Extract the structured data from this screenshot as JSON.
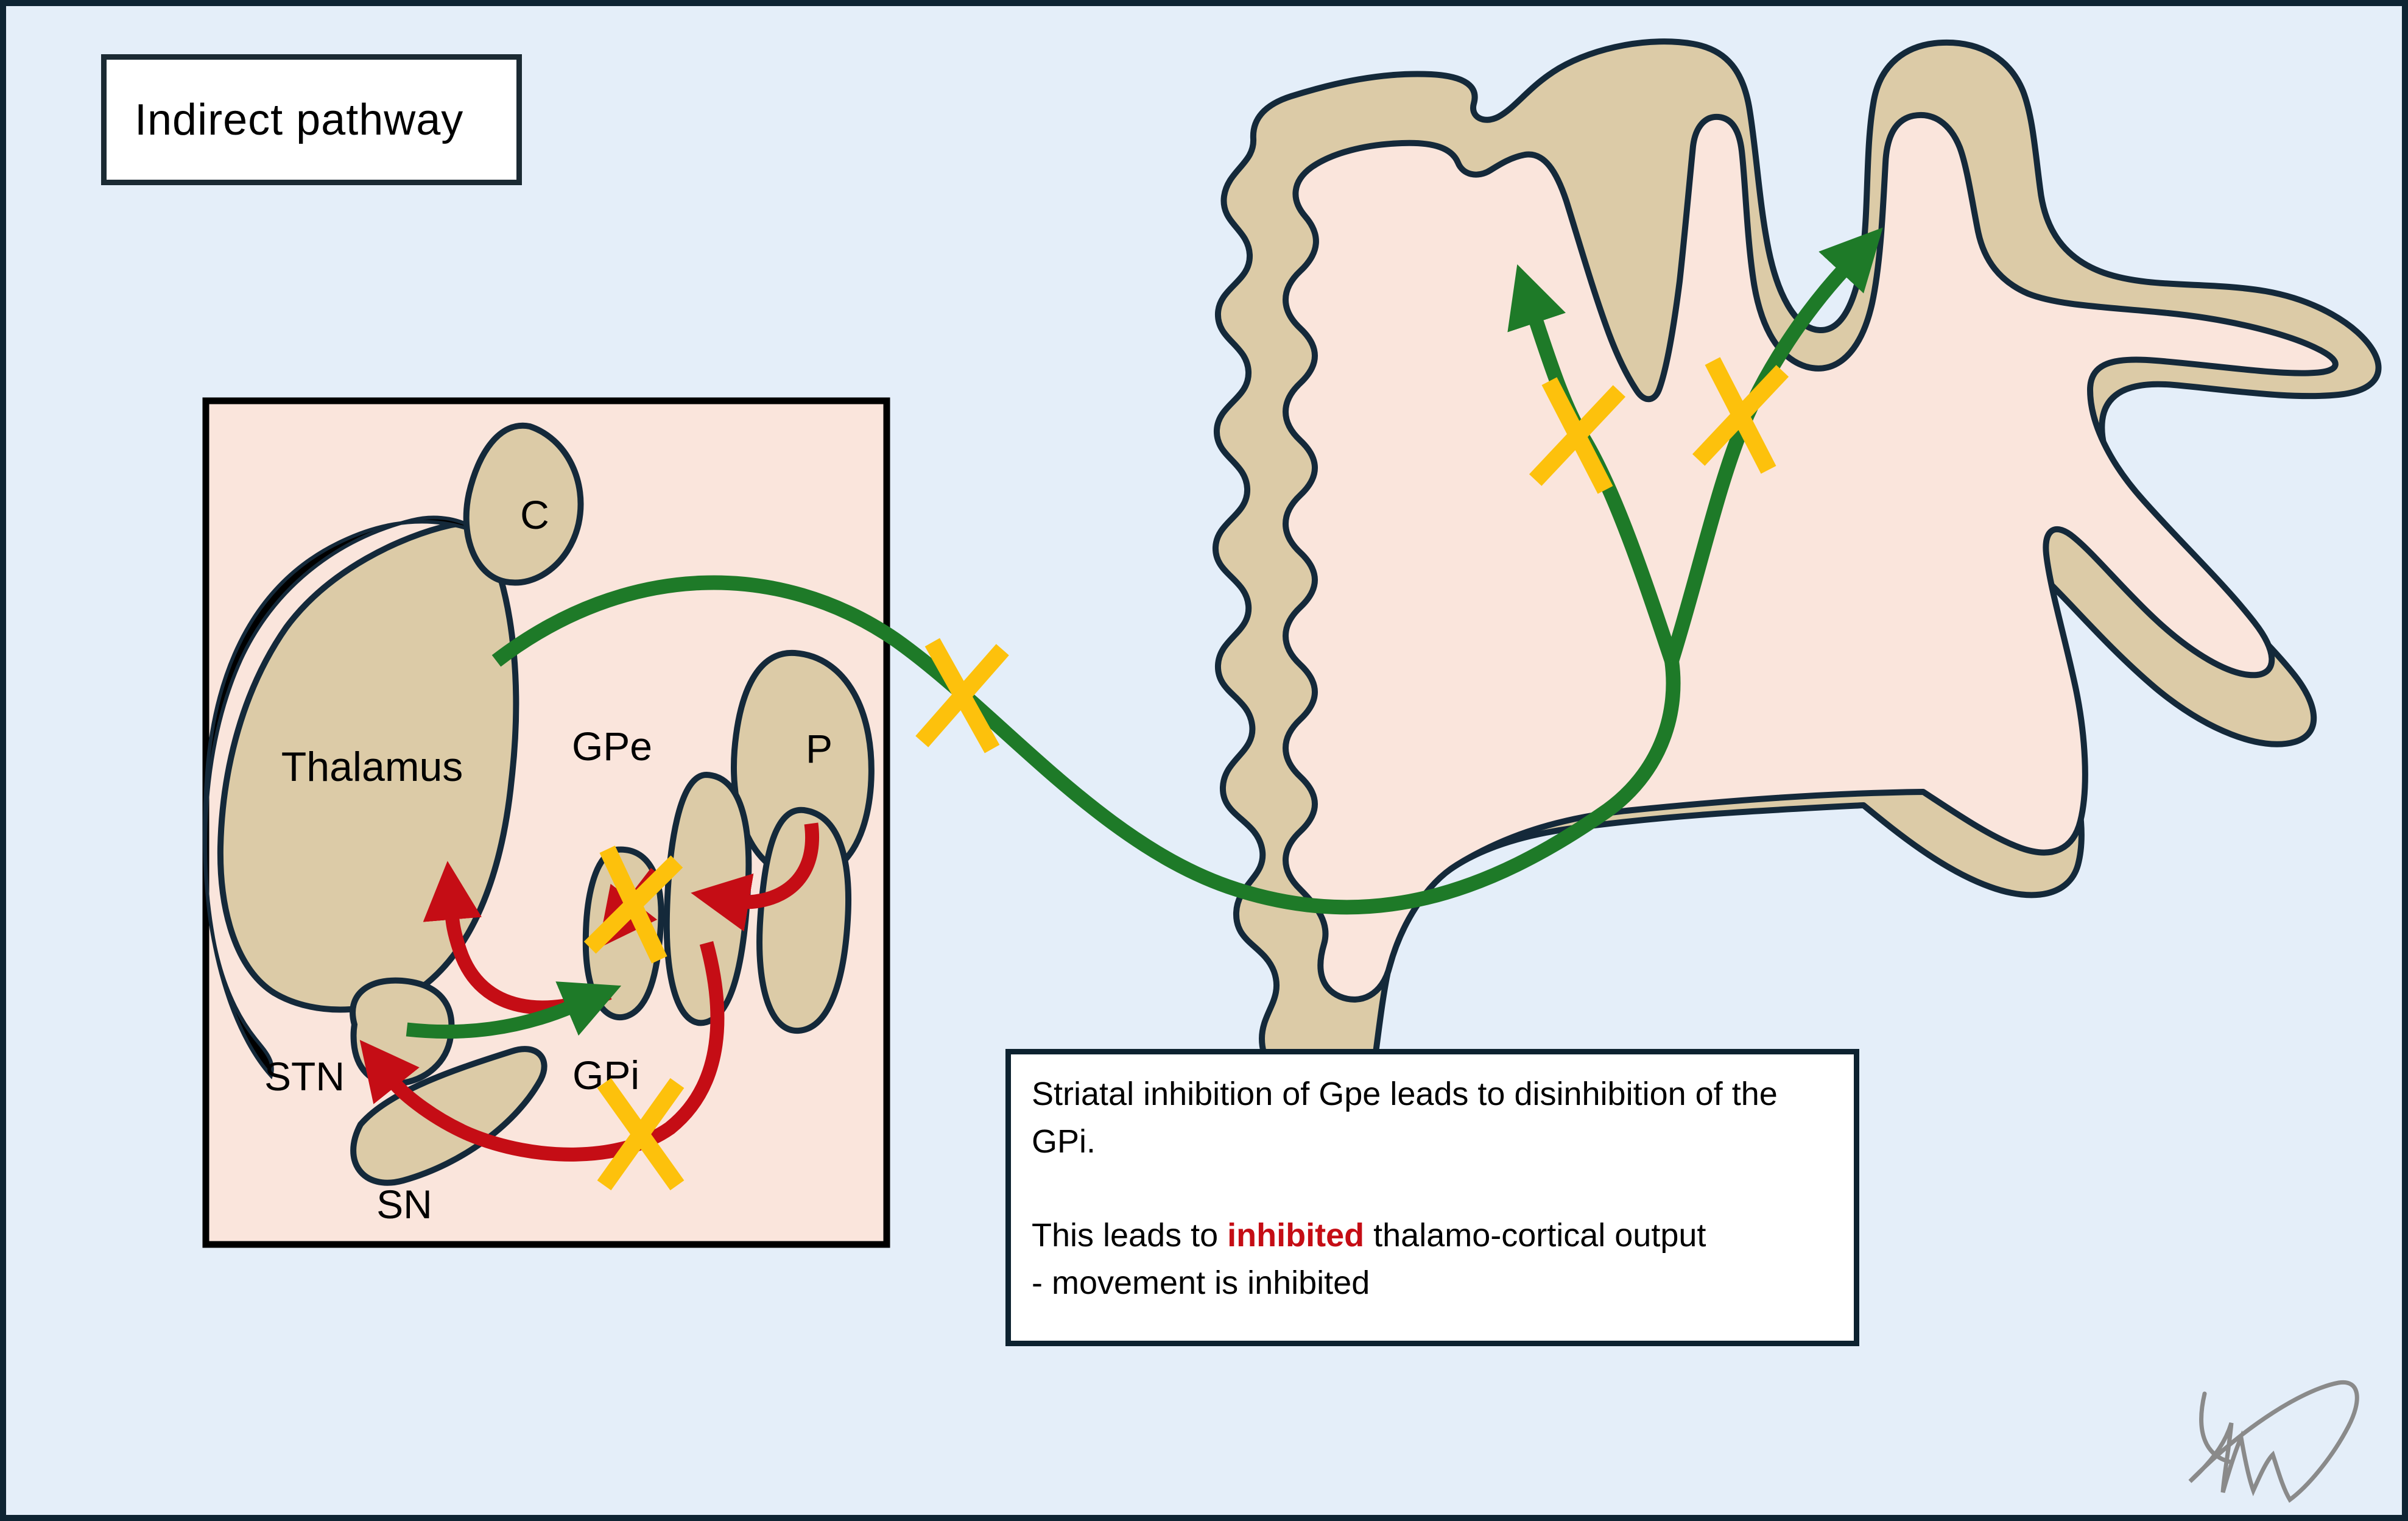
{
  "title": "Indirect pathway",
  "panel": {
    "labels": {
      "caudate": "C",
      "thalamus": "Thalamus",
      "gpe": "GPe",
      "putamen": "P",
      "gpi": "GPi",
      "stn": "STN",
      "sn": "SN"
    }
  },
  "note": {
    "paragraph1": "Striatal inhibition of Gpe leads to disinhibition of the GPi.",
    "paragraph2_before": "This leads to ",
    "paragraph2_red": "inhibited",
    "paragraph2_after": " thalamo-cortical output",
    "paragraph2_line2": "- movement is inhibited"
  },
  "colors": {
    "background_blue": "#e4eef9",
    "panel_pink": "#fae5dc",
    "tissue_tan": "#dccba7",
    "outline_dark": "#14293a",
    "panel_border_black": "#000000",
    "excitatory_green": "#1e7a28",
    "inhibitory_red": "#c50d15",
    "blocked_yellow": "#fdc10c",
    "signature_gray": "#8a8a8a"
  },
  "icons": {
    "blocked_x": "X",
    "excitatory_arrow": "green arrow",
    "inhibitory_arrow": "red arrow"
  }
}
